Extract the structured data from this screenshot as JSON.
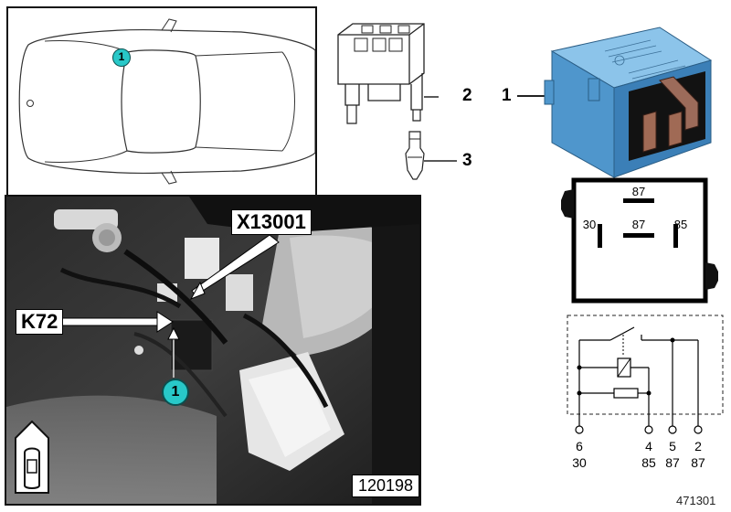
{
  "location_view": {
    "marker": "1"
  },
  "photo": {
    "callout_x13001": "X13001",
    "callout_k72": "K72",
    "marker": "1",
    "photo_id": "120198"
  },
  "parts": [
    {
      "number": "1",
      "name": "relay"
    },
    {
      "number": "2",
      "name": "relay socket"
    },
    {
      "number": "3",
      "name": "terminal"
    }
  ],
  "relay_face": {
    "top": "87",
    "center": "87",
    "left": "30",
    "right": "85"
  },
  "schematic_pins": [
    {
      "pin": "6",
      "terminal": "30"
    },
    {
      "pin": "4",
      "terminal": "85"
    },
    {
      "pin": "5",
      "terminal": "87"
    },
    {
      "pin": "2",
      "terminal": "87"
    }
  ],
  "document_id": "471301",
  "colors": {
    "relay_body": "#5fa8dc",
    "marker_fill": "#28c8c8"
  }
}
